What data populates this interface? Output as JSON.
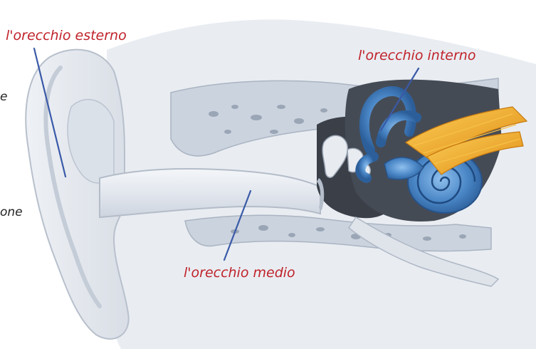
{
  "labels": {
    "outer_ear": "l'orecchio esterno",
    "inner_ear": "l'orecchio interno",
    "middle_ear": "l'orecchio medio"
  },
  "edge_fragments": {
    "upper": "e",
    "lower": "one"
  },
  "colors": {
    "label_red": "#c0222a",
    "leader_line": "#3a5aa8",
    "skin": "#e4e8ee",
    "bone": "#c9d1dc",
    "cochlea_blue": "#4a86c6",
    "nerve_orange": "#f0a020",
    "cavity_dark": "#3a3f48"
  }
}
